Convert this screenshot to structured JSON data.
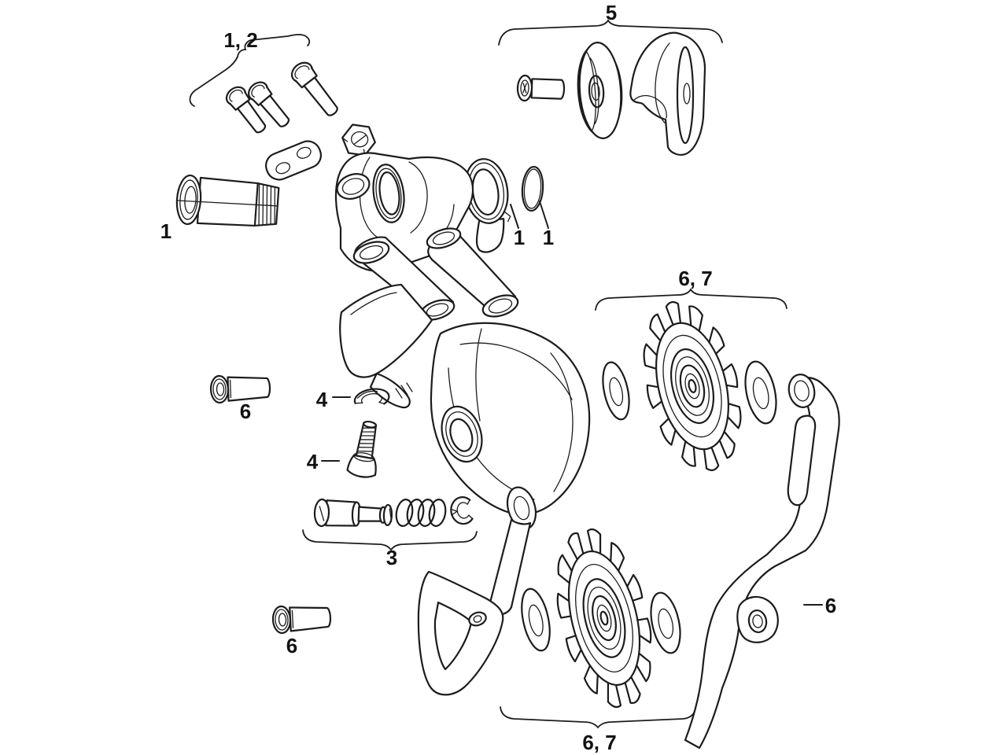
{
  "diagram": {
    "type": "exploded-parts-diagram",
    "background_color": "#ffffff",
    "line_color": "#1c1c1c",
    "callouts": {
      "group_1_2": "1, 2",
      "group_5": "5",
      "b_bolt": "1",
      "hanger_washer": "1",
      "o_ring": "1",
      "upper_pulley_group": "6, 7",
      "upper_cage_screw": "6",
      "lock_washer": "4",
      "cage_lock_screw": "4",
      "spring_group": "3",
      "lower_cage_screw": "6",
      "outer_cage_plate": "6",
      "lower_pulley_group": "6, 7"
    }
  }
}
